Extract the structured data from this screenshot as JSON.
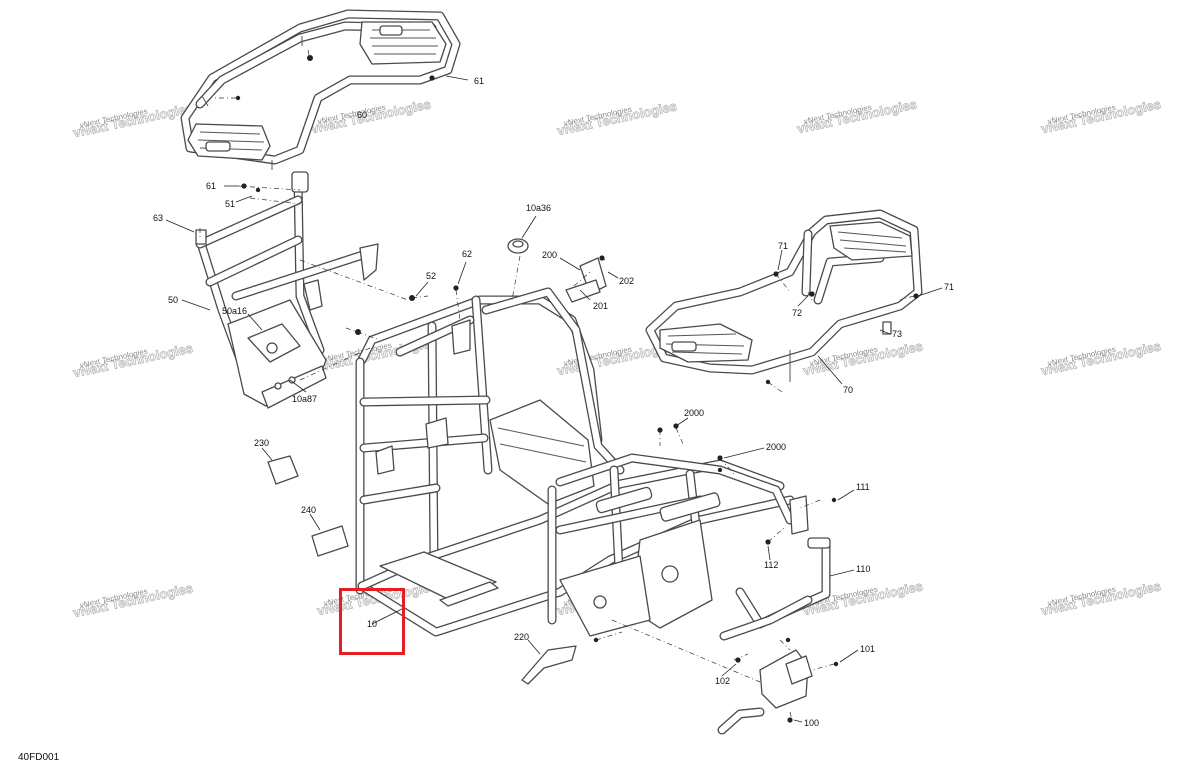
{
  "diagram_code": "40FD001",
  "watermark": {
    "small": "vNext Technologies",
    "large": "vNext Technologies"
  },
  "highlight_color": "#e41e25",
  "callouts": {
    "c10": "10",
    "c10a36": "10a36",
    "c10a87": "10a87",
    "c50": "50",
    "c50a16": "50a16",
    "c51": "51",
    "c52": "52",
    "c60": "60",
    "c61a": "61",
    "c61b": "61",
    "c62": "62",
    "c63": "63",
    "c70": "70",
    "c71a": "71",
    "c71b": "71",
    "c72": "72",
    "c73": "73",
    "c100": "100",
    "c101": "101",
    "c102": "102",
    "c110": "110",
    "c111": "111",
    "c112": "112",
    "c200": "200",
    "c201": "201",
    "c202": "202",
    "c220": "220",
    "c230": "230",
    "c240": "240",
    "c2000a": "2000",
    "c2000b": "2000"
  }
}
